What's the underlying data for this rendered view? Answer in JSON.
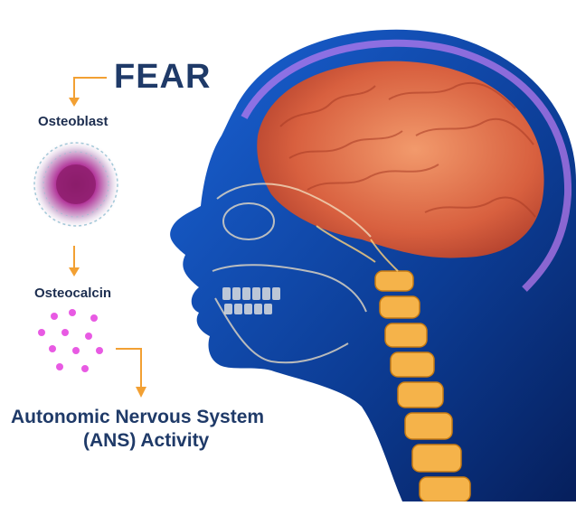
{
  "title": "FEAR",
  "steps": {
    "osteoblast": "Osteoblast",
    "osteocalcin": "Osteocalcin",
    "ans_line1": "Autonomic Nervous System",
    "ans_line2": "(ANS) Activity"
  },
  "colors": {
    "arrow": "#f2a033",
    "title_text": "#1f3a68",
    "label_text": "#1c2d4f",
    "dots": "#e85ae3",
    "head_silhouette": "#1247a8",
    "brain": "#e07a4f",
    "spine": "#f5b34a",
    "glow": "#c07cf2"
  },
  "icons": {
    "fear_arrow": "elbow-arrow-icon",
    "osteoblast": "osteoblast-cell-icon",
    "osteocalcin": "molecule-dots-icon",
    "head": "head-xray-illustration"
  }
}
